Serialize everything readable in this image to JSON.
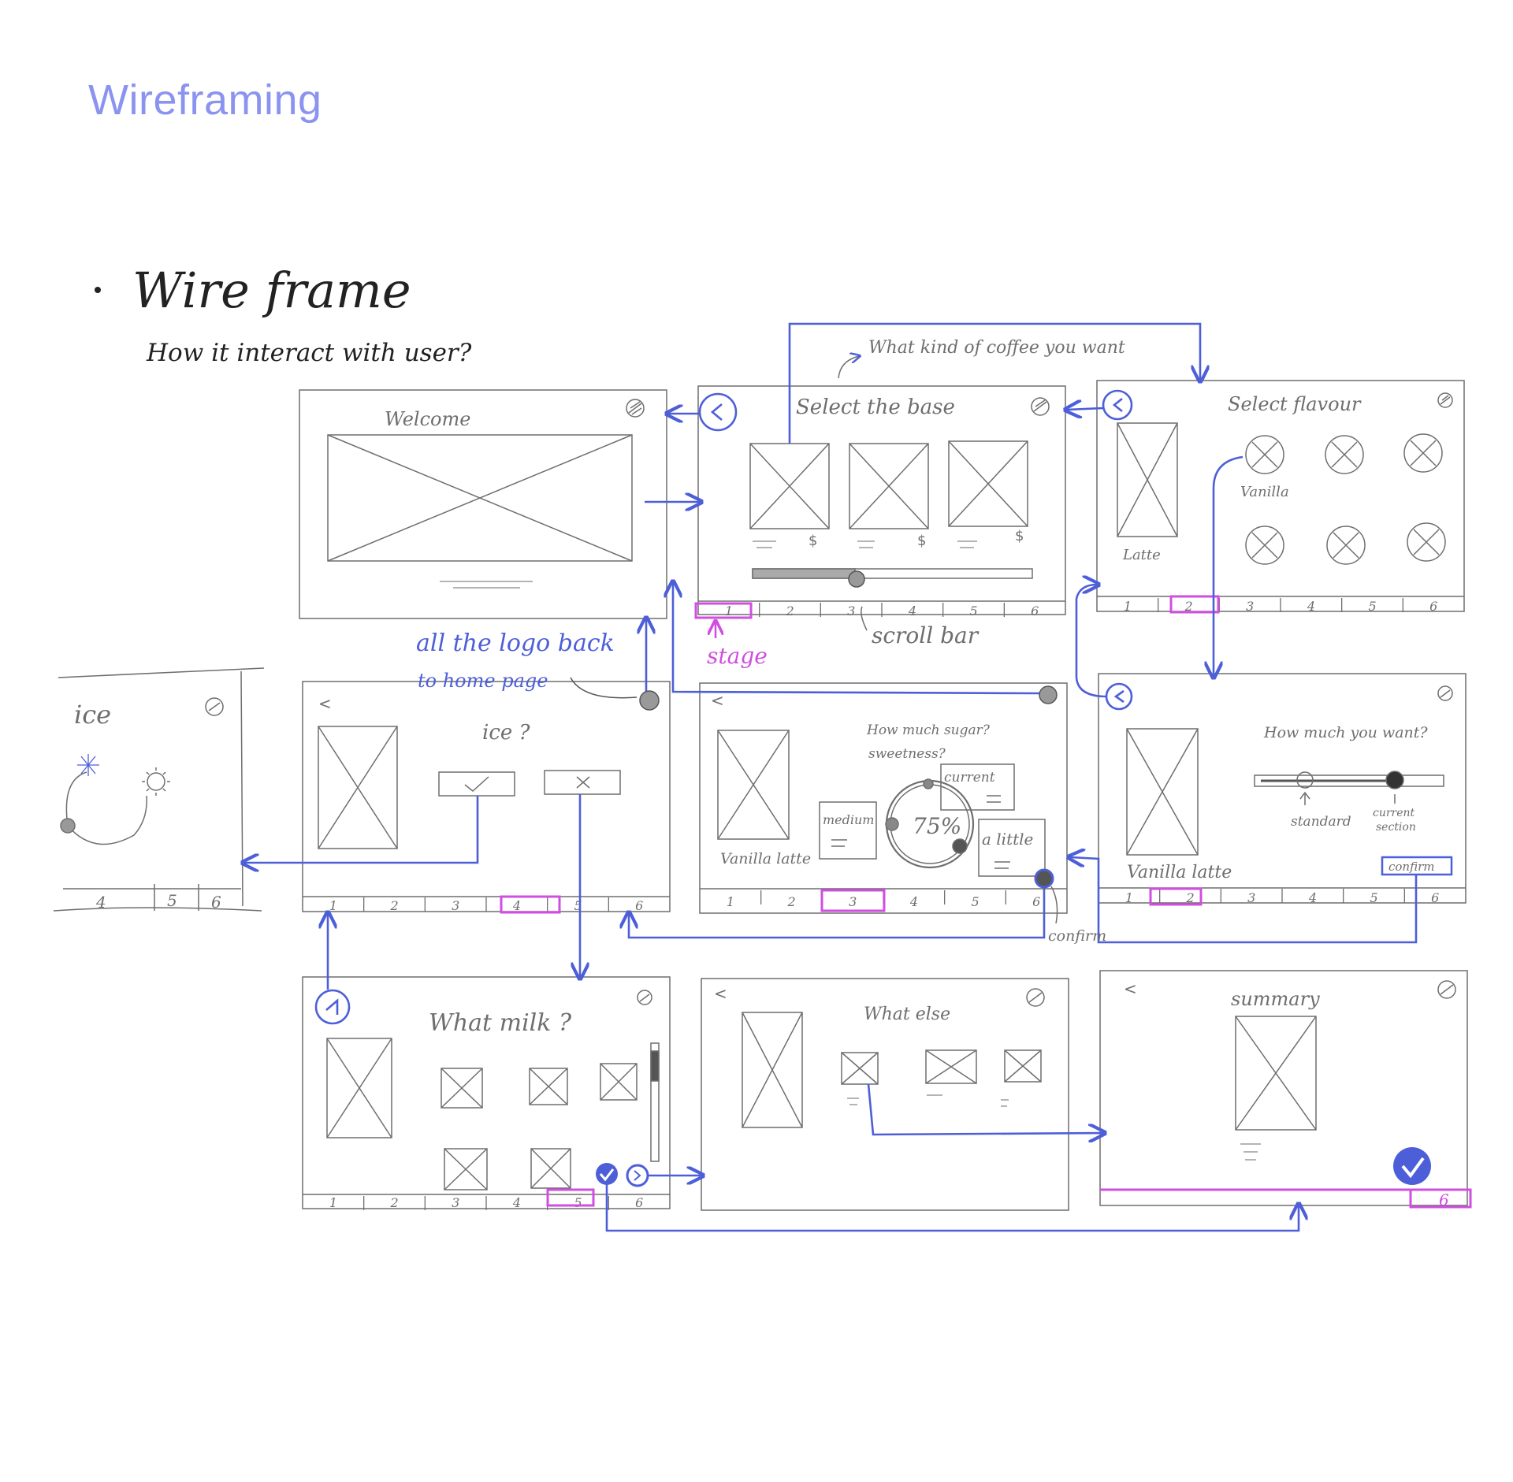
{
  "page": {
    "title": "Wireframing"
  },
  "colors": {
    "pencil": "#6e6e6e",
    "pencil_light": "#9c9c9c",
    "pen_blue": "#4d5fd8",
    "marker_pink": "#d04ee0",
    "title_purple": "#8b93f0"
  },
  "heading": {
    "bullet_title": "Wire frame",
    "subtitle": "How it interact with user?"
  },
  "annotations": {
    "coffee_note": "What kind of coffee you want",
    "stage": "stage",
    "scroll_bar": "scroll bar",
    "logo_back_1": "all the logo back",
    "logo_back_2": "to home page",
    "confirm_note": "confirm"
  },
  "screens": {
    "welcome": {
      "title": "Welcome"
    },
    "base": {
      "title": "Select the base",
      "price": "$",
      "stages": [
        "1",
        "2",
        "3",
        "4",
        "5",
        "6"
      ]
    },
    "flavour": {
      "title": "Select flavour",
      "product": "Latte",
      "option": "Vanilla",
      "stages": [
        "1",
        "2",
        "3",
        "4",
        "5",
        "6"
      ]
    },
    "ice_detail": {
      "title": "ice",
      "stages": [
        "4",
        "5",
        "6"
      ]
    },
    "ice": {
      "title": "ice ?",
      "stages": [
        "1",
        "2",
        "3",
        "4",
        "5",
        "6"
      ]
    },
    "sugar": {
      "question_1": "How much sugar?",
      "question_2": "sweetness?",
      "current": "current",
      "medium": "medium",
      "percent": "75%",
      "a_little": "a little",
      "product": "Vanilla latte",
      "stages": [
        "1",
        "2",
        "3",
        "4",
        "5",
        "6"
      ]
    },
    "amount": {
      "title": "How much you want?",
      "standard": "standard",
      "current_1": "current",
      "current_2": "section",
      "confirm": "confirm",
      "product": "Vanilla latte",
      "stages": [
        "1",
        "2",
        "3",
        "4",
        "5",
        "6"
      ]
    },
    "milk": {
      "title": "What milk ?",
      "stages": [
        "1",
        "2",
        "3",
        "4",
        "5",
        "6"
      ]
    },
    "else": {
      "title": "What else"
    },
    "summary": {
      "title": "summary",
      "stages": [
        "6"
      ]
    }
  }
}
